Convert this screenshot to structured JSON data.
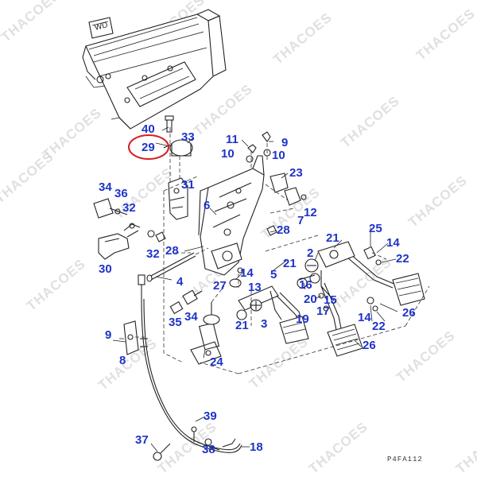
{
  "diagram": {
    "drawing_code": "P4FA112",
    "panel_marking": "WD",
    "highlight_color": "#d62020",
    "callout_color": "#1f33c8",
    "highlighted_part": "29"
  },
  "watermarks": [
    "THACOES",
    "THACOES",
    "THACOES",
    "THACOES",
    "THACOES",
    "THACOES",
    "THACOES",
    "THACOES",
    "THACOES",
    "THACOES",
    "THACOES",
    "THACOES",
    "THACOES",
    "THACOES",
    "THACOES",
    "THACOES",
    "THACOES",
    "THACOES",
    "THACOES",
    "THACOES"
  ],
  "callouts": [
    "40",
    "33",
    "29",
    "11",
    "9",
    "10",
    "10",
    "23",
    "34",
    "36",
    "31",
    "6",
    "7",
    "12",
    "32",
    "28",
    "25",
    "21",
    "14",
    "2",
    "22",
    "32",
    "28",
    "21",
    "14",
    "30",
    "4",
    "5",
    "13",
    "27",
    "16",
    "19",
    "20",
    "15",
    "17",
    "35",
    "34",
    "21",
    "3",
    "26",
    "14",
    "22",
    "9",
    "26",
    "8",
    "24",
    "39",
    "37",
    "38",
    "18"
  ]
}
